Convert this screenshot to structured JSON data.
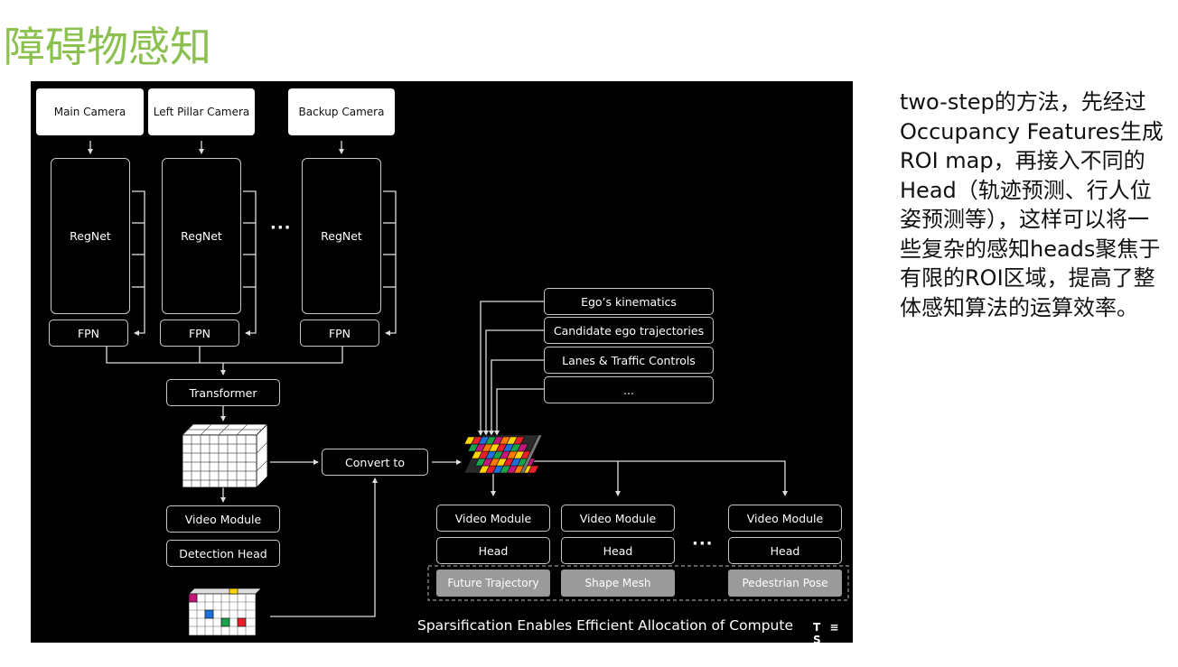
{
  "slide": {
    "title": "障碍物感知",
    "description": " two-step的方法，先经过Occupancy Features生成ROI map，再接入不同的Head（轨迹预测、行人位姿预测等），这样可以将一些复杂的感知heads聚焦于有限的ROI区域，提高了整体感知算法的运算效率。"
  },
  "diagram": {
    "cameras": [
      "Main Camera",
      "Left Pillar Camera",
      "Backup Camera"
    ],
    "backbone_label": "RegNet",
    "fpn_label": "FPN",
    "ellipsis": "···",
    "transformer_label": "Transformer",
    "left_modules": [
      "Video Module",
      "Detection Head"
    ],
    "convert_label": "Convert to",
    "inputs": [
      "Ego’s kinematics",
      "Candidate ego trajectories",
      "Lanes & Traffic Controls",
      "..."
    ],
    "heads": [
      {
        "module": "Video Module",
        "head": "Head",
        "output": "Future Trajectory"
      },
      {
        "module": "Video Module",
        "head": "Head",
        "output": "Shape Mesh"
      },
      {
        "module": "Video Module",
        "head": "Head",
        "output": "Pedestrian Pose"
      }
    ],
    "caption": "Sparsification Enables Efficient Allocation of Compute",
    "logo": "T ≡ S"
  },
  "colors": {
    "title_green": "#8cc152",
    "cell_colors": [
      "#ffd400",
      "#e8202a",
      "#1e6fd9",
      "#19a34a",
      "#c2187a",
      "#ff7a00"
    ]
  },
  "icons": [
    "down-arrow-icon",
    "right-arrow-icon",
    "left-arrow-icon",
    "voxel-grid-icon",
    "roi-map-icon",
    "sparse-grid-icon"
  ]
}
